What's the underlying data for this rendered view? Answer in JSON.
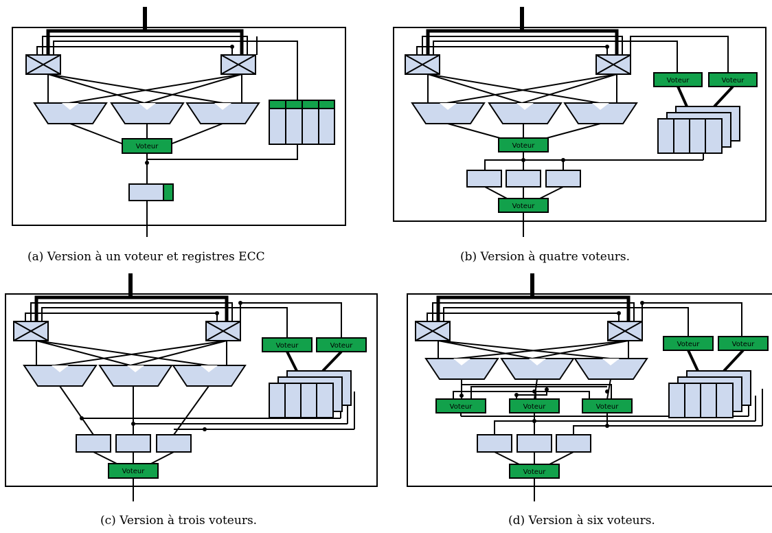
{
  "voter_label": "Voteur",
  "colors": {
    "block_fill": "#cdd9ee",
    "voter_fill": "#12a14b",
    "line": "#000000"
  },
  "panels": [
    {
      "id": "a",
      "caption": "(a) Version à un voteur et registres ECC"
    },
    {
      "id": "b",
      "caption": "(b) Version à quatre voteurs."
    },
    {
      "id": "c",
      "caption": "(c) Version à trois voteurs."
    },
    {
      "id": "d",
      "caption": "(d) Version à six voteurs."
    }
  ]
}
